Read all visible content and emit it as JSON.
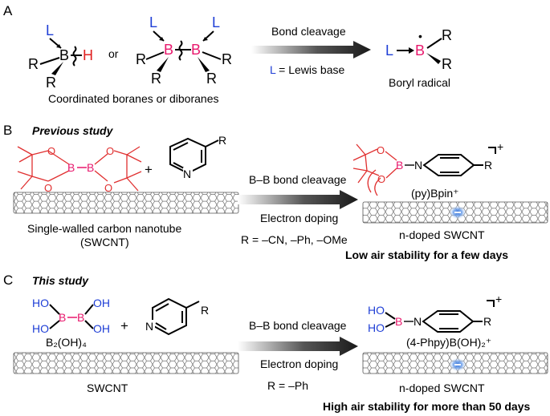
{
  "panels": {
    "a": {
      "label": "A",
      "caption": "Coordinated boranes or diboranes",
      "or": "or",
      "arrow_top": "Bond cleavage",
      "arrow_bottom_L": "L",
      "arrow_bottom_rest": " = Lewis base",
      "product": "Boryl radical"
    },
    "b": {
      "label": "B",
      "title": "Previous study",
      "plus": "+",
      "arrow_top": "B–B bond cleavage",
      "arrow_mid": "Electron doping",
      "arrow_bottom": "R = –CN, –Ph, –OMe",
      "left_caption_1": "Single-walled carbon nanotube",
      "left_caption_2": "(SWCNT)",
      "product_label": "(py)Bpin⁺",
      "right_caption": "n-doped SWCNT",
      "stability": "Low air stability for a few days"
    },
    "c": {
      "label": "C",
      "title": "This study",
      "plus": "+",
      "reagent": "B₂(OH)₄",
      "arrow_top": "B–B bond cleavage",
      "arrow_mid": "Electron doping",
      "arrow_bottom": "R = –Ph",
      "left_caption": "SWCNT",
      "product_label": "(4-Phpy)B(OH)₂⁺",
      "right_caption": "n-doped SWCNT",
      "stability": "High air stability for more than 50 days"
    }
  },
  "atoms": {
    "L": "L",
    "B": "B",
    "H": "H",
    "R": "R",
    "N": "N",
    "O": "O",
    "HO": "HO",
    "OH": "OH",
    "plus_charge": "+",
    "radical_dot": "•"
  },
  "colors": {
    "boron": "#e8186c",
    "lewis_base": "#1f3fd6",
    "hydroxyl": "#1f3fd6",
    "hydrogen": "#e02020",
    "bpin_bonds": "#e03030",
    "electron": "#3a78e0"
  }
}
